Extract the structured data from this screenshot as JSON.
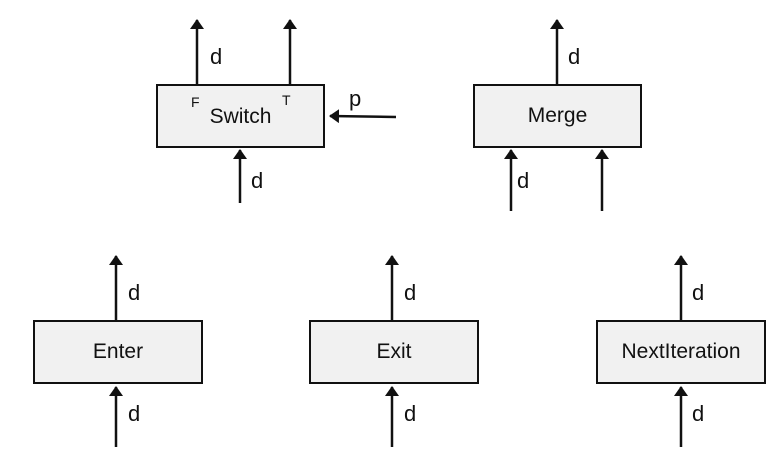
{
  "colors": {
    "stroke": "#111111",
    "box_fill": "#f1f1f1",
    "background": "#ffffff"
  },
  "nodes": {
    "switch": {
      "label": "Switch",
      "port_false": "F",
      "port_true": "T"
    },
    "merge": {
      "label": "Merge"
    },
    "enter": {
      "label": "Enter"
    },
    "exit": {
      "label": "Exit"
    },
    "next_iteration": {
      "label": "NextIteration"
    }
  },
  "edges": {
    "data_label": "d",
    "predicate_label": "p"
  }
}
